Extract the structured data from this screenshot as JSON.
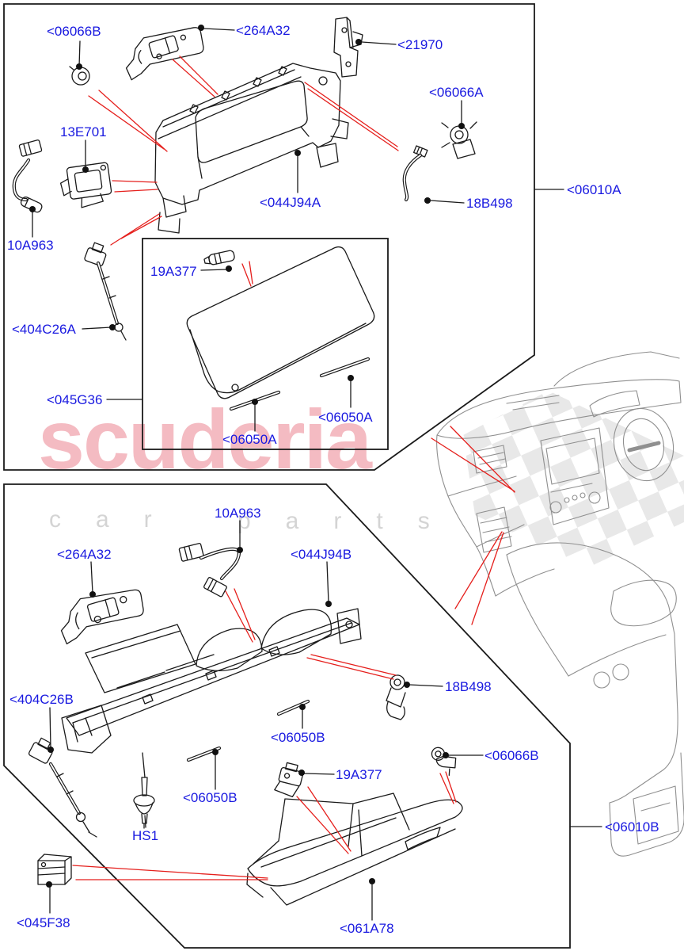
{
  "watermark": {
    "brand": "scuderia",
    "tagline_word1": "car",
    "tagline_word2": "parts"
  },
  "colors": {
    "label_blue": "#1a1ae0",
    "arrow_red": "#e51f1c",
    "line_black": "#1a1a1a",
    "watermark_pink": "rgba(222,45,66,0.32)",
    "watermark_gray": "#d4d4d4",
    "dashboard_gray": "#8f8f8f",
    "checker_gray": "#d8d8d8"
  },
  "callouts": [
    {
      "id": "upper-06066B",
      "text": "<06066B"
    },
    {
      "id": "upper-264A32",
      "text": "<264A32"
    },
    {
      "id": "upper-21970",
      "text": "<21970"
    },
    {
      "id": "upper-06066A",
      "text": "<06066A"
    },
    {
      "id": "upper-13E701",
      "text": "13E701"
    },
    {
      "id": "upper-044J94A",
      "text": "<044J94A"
    },
    {
      "id": "upper-18B498",
      "text": "18B498"
    },
    {
      "id": "upper-06010A",
      "text": "<06010A"
    },
    {
      "id": "upper-10A963",
      "text": "10A963"
    },
    {
      "id": "upper-19A377",
      "text": "19A377"
    },
    {
      "id": "upper-404C26A",
      "text": "<404C26A"
    },
    {
      "id": "upper-045G36",
      "text": "<045G36"
    },
    {
      "id": "upper-06050A-right",
      "text": "<06050A"
    },
    {
      "id": "upper-06050A-left",
      "text": "<06050A"
    },
    {
      "id": "lower-10A963",
      "text": "10A963"
    },
    {
      "id": "lower-264A32",
      "text": "<264A32"
    },
    {
      "id": "lower-044J94B",
      "text": "<044J94B"
    },
    {
      "id": "lower-18B498",
      "text": "18B498"
    },
    {
      "id": "lower-404C26B",
      "text": "<404C26B"
    },
    {
      "id": "lower-06050B-1",
      "text": "<06050B"
    },
    {
      "id": "lower-06066B",
      "text": "<06066B"
    },
    {
      "id": "lower-19A377",
      "text": "19A377"
    },
    {
      "id": "lower-06050B-2",
      "text": "<06050B"
    },
    {
      "id": "lower-HS1",
      "text": "HS1"
    },
    {
      "id": "lower-06010B",
      "text": "<06010B"
    },
    {
      "id": "lower-045F38",
      "text": "<045F38"
    },
    {
      "id": "lower-061A78",
      "text": "<061A78"
    }
  ]
}
